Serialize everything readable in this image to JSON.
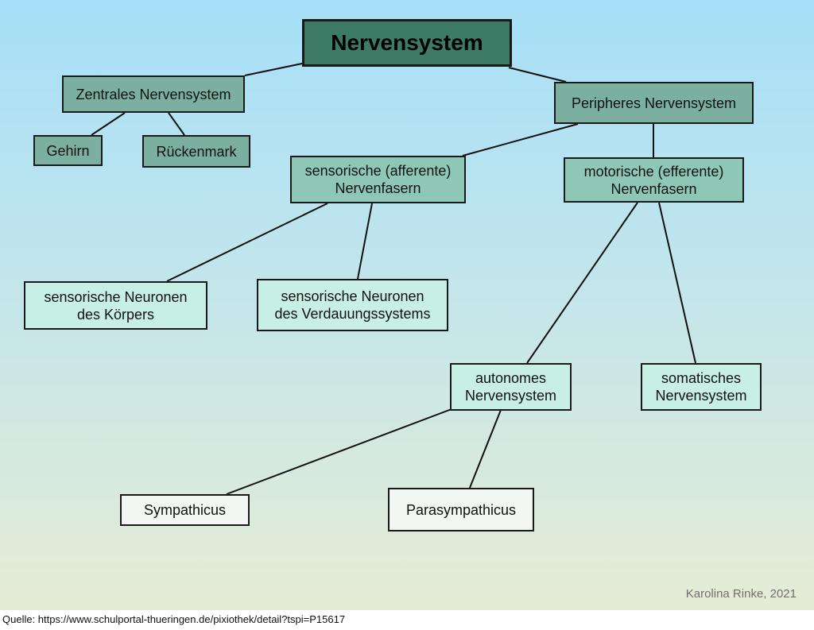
{
  "nodes": {
    "root": "Nervensystem",
    "zns": "Zentrales Nervensystem",
    "gehirn": "Gehirn",
    "rueckenmark": "Rückenmark",
    "pns": "Peripheres Nervensystem",
    "sensorisch": "sensorische (afferente)\nNervenfasern",
    "motorisch": "motorische (efferente)\nNervenfasern",
    "sens_koerper": "sensorische Neuronen\ndes Körpers",
    "sens_verdauung": "sensorische Neuronen\ndes Verdauungssystems",
    "autonom": "autonomes\nNervensystem",
    "somatisch": "somatisches\nNervensystem",
    "sympathicus": "Sympathicus",
    "parasympathicus": "Parasympathicus"
  },
  "credit": "Karolina Rinke, 2021",
  "source": "Quelle: https://www.schulportal-thueringen.de/pixiothek/detail?tspi=P15617"
}
